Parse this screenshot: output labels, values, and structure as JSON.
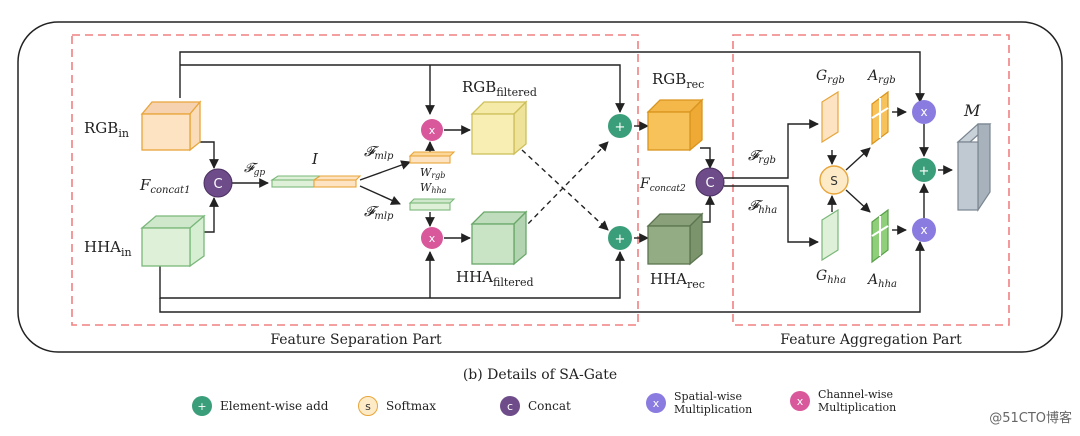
{
  "labels": {
    "rgb_in": "RGB",
    "rgb_in_sub": "in",
    "hha_in": "HHA",
    "hha_in_sub": "in",
    "f_concat1": "F",
    "f_concat1_sub": "concat1",
    "f_gp": "𝓕",
    "f_gp_sub": "gp",
    "i": "I",
    "f_mlp_top": "𝓕",
    "f_mlp_top_sub": "mlp",
    "f_mlp_bot": "𝓕",
    "f_mlp_bot_sub": "mlp",
    "w_rgb": "W",
    "w_rgb_sub": "rgb",
    "w_hha": "W",
    "w_hha_sub": "hha",
    "rgb_filtered": "RGB",
    "rgb_filtered_sub": "filtered",
    "hha_filtered": "HHA",
    "hha_filtered_sub": "filtered",
    "rgb_rec": "RGB",
    "rgb_rec_sub": "rec",
    "hha_rec": "HHA",
    "hha_rec_sub": "rec",
    "f_concat2": "F",
    "f_concat2_sub": "concat2",
    "f_rgb": "𝓕",
    "f_rgb_sub": "rgb",
    "f_hha": "𝓕",
    "f_hha_sub": "hha",
    "g_rgb": "G",
    "g_rgb_sub": "rgb",
    "g_hha": "G",
    "g_hha_sub": "hha",
    "a_rgb": "A",
    "a_rgb_sub": "rgb",
    "a_hha": "A",
    "a_hha_sub": "hha",
    "m": "M",
    "feature_separation": "Feature Separation Part",
    "feature_aggregation": "Feature Aggregation Part"
  },
  "ops": {
    "concat": "C",
    "mult": "x",
    "add": "+",
    "softmax": "S"
  },
  "caption": "(b) Details of SA-Gate",
  "legend": [
    {
      "symbol": "+",
      "label": "Element-wise add",
      "color": "#3a9e7a"
    },
    {
      "symbol": "s",
      "label": "Softmax",
      "color": "#f6d9a8"
    },
    {
      "symbol": "c",
      "label": "Concat",
      "color": "#6e4c8a"
    },
    {
      "symbol": "x",
      "label": "Spatial-wise Multiplication",
      "color": "#8a7be0"
    },
    {
      "symbol": "x",
      "label": "Channel-wise Multiplication",
      "color": "#d9579b"
    }
  ],
  "watermark": "@51CTO博客",
  "colors": {
    "orange_face": "#fde3c2",
    "orange_border": "#e8a53a",
    "green_face": "#dff0d8",
    "green_border": "#7ab87a",
    "dashed_red": "#f08080",
    "concat_purple": "#6e4c8a",
    "mult_pink": "#d9579b",
    "add_green": "#3a9e7a",
    "spatial_purple": "#8a7be0"
  }
}
